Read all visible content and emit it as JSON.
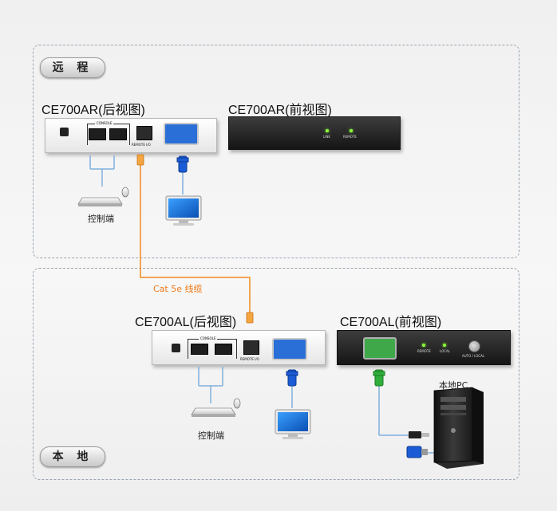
{
  "zones": {
    "remote": {
      "label": "远 程"
    },
    "local": {
      "label": "本 地"
    }
  },
  "titles": {
    "ce700ar_rear": "CE700AR(后视图)",
    "ce700ar_front": "CE700AR(前视图)",
    "ce700al_rear": "CE700AL(后视图)",
    "ce700al_front": "CE700AL(前视图)"
  },
  "device_labels": {
    "console": "CONSOLE",
    "remote_io": "REMOTE I/O",
    "link": "LINK",
    "remote": "REMOTE",
    "local": "LOCAL",
    "auto_local": "AUTO / LOCAL"
  },
  "captions": {
    "remote_console": "控制端",
    "local_console": "控制端",
    "local_pc": "本地PC"
  },
  "cable": {
    "label": "Cat 5e 线缆"
  },
  "colors": {
    "cable": "#f08c1e",
    "led": "#8cff3c",
    "vga_blue": "#1b5cd6",
    "vga_green": "#2fae3a",
    "port_blue": "#2a6fd8",
    "port_green": "#3fa94a"
  },
  "icons": [
    "keyboard-icon",
    "mouse-icon",
    "monitor-icon",
    "vga-connector-icon",
    "rj45-connector-icon",
    "usb-connector-icon",
    "pc-tower-icon"
  ]
}
